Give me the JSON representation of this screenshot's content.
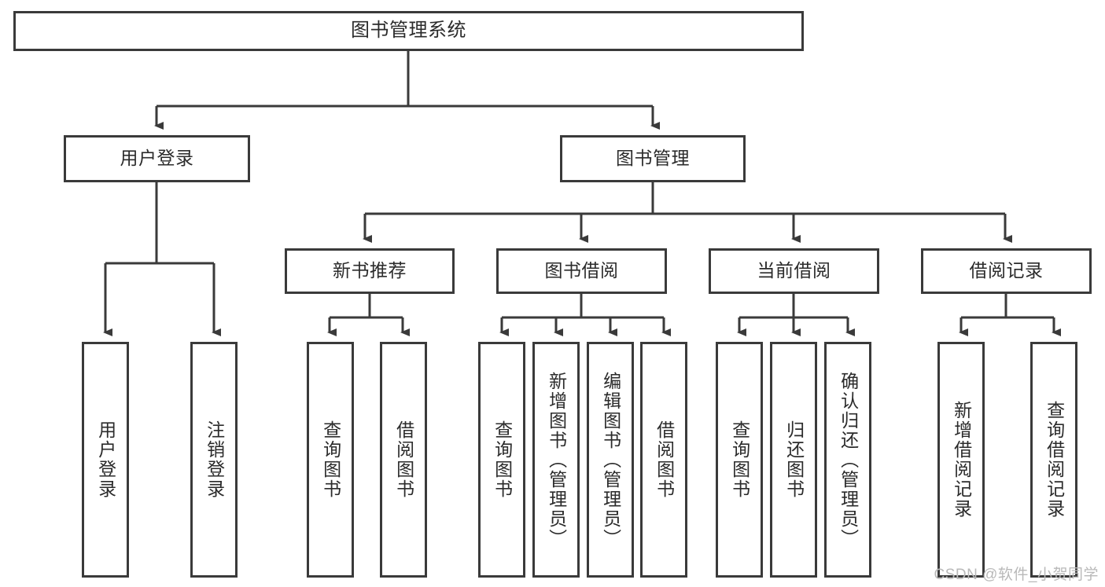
{
  "diagram": {
    "title": "图书管理系统",
    "watermark": "CSDN @软件_小贺同学",
    "colors": {
      "stroke": "#3a3a3a",
      "box_fill": "#ffffff",
      "text": "#2b2b2b",
      "background": "#ffffff",
      "watermark": "#b9b9b9"
    },
    "root": {
      "label": "图书管理系统"
    },
    "level2": [
      {
        "label": "用户登录"
      },
      {
        "label": "图书管理"
      }
    ],
    "level3": [
      {
        "label": "新书推荐"
      },
      {
        "label": "图书借阅"
      },
      {
        "label": "当前借阅"
      },
      {
        "label": "借阅记录"
      }
    ],
    "leaves": {
      "user_login": [
        {
          "label": "用户登录"
        },
        {
          "label": "注销登录"
        }
      ],
      "new_book_recommend": [
        {
          "label": "查询图书"
        },
        {
          "label": "借阅图书"
        }
      ],
      "book_borrow": [
        {
          "label": "查询图书"
        },
        {
          "label": "新增图书（管理员）"
        },
        {
          "label": "编辑图书（管理员）"
        },
        {
          "label": "借阅图书"
        }
      ],
      "current_borrow": [
        {
          "label": "查询图书"
        },
        {
          "label": "归还图书"
        },
        {
          "label": "确认归还（管理员）"
        }
      ],
      "borrow_record": [
        {
          "label": "新增借阅记录"
        },
        {
          "label": "查询借阅记录"
        }
      ]
    }
  }
}
